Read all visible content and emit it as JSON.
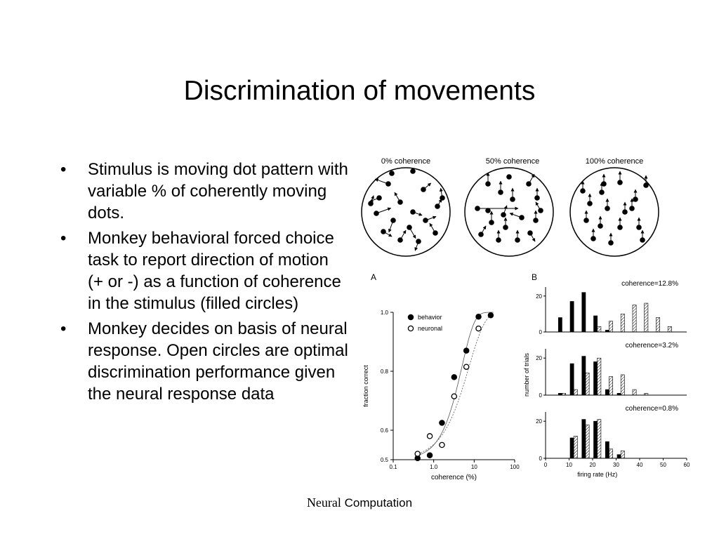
{
  "title": "Discrimination of movements",
  "bullets": [
    "Stimulus is moving dot pattern with variable % of coherently moving dots.",
    "Monkey behavioral forced choice task to report direction of motion (+ or -) as a function of coherence in the stimulus (filled circles)",
    "Monkey decides on basis of neural response. Open circles are optimal discrimination performance given the neural response data"
  ],
  "bullet_marker": "•",
  "footer": {
    "part1": "Neural",
    "part2": " Computation"
  },
  "figure_top": {
    "labels": [
      "0% coherence",
      "50% coherence",
      "100% coherence"
    ]
  },
  "panel_a_label": "A",
  "panel_b_label": "B",
  "chart_data": [
    {
      "type": "scatter",
      "panel": "A",
      "xlabel": "coherence (%)",
      "ylabel": "fraction correct",
      "xscale": "log",
      "xlim": [
        0.1,
        100
      ],
      "ylim": [
        0.5,
        1.0
      ],
      "xticks": [
        "0.1",
        "1.0",
        "10",
        "100"
      ],
      "xtick_values": [
        0.1,
        1,
        10,
        100
      ],
      "yticks": [
        "0.5",
        "0.6",
        "0.8",
        "1.0"
      ],
      "ytick_values": [
        0.5,
        0.6,
        0.8,
        1.0
      ],
      "legend_position": "top-left",
      "series": [
        {
          "name": "behavior",
          "marker": "filled",
          "x": [
            0.4,
            0.8,
            1.6,
            3.2,
            6.4,
            12.8,
            25.6
          ],
          "y": [
            0.505,
            0.515,
            0.625,
            0.78,
            0.87,
            0.985,
            0.99
          ]
        },
        {
          "name": "neuronal",
          "marker": "open",
          "x": [
            0.4,
            0.8,
            1.6,
            3.2,
            6.4,
            12.8
          ],
          "y": [
            0.52,
            0.58,
            0.55,
            0.715,
            0.815,
            0.945
          ]
        }
      ]
    },
    {
      "type": "bar",
      "panel": "B",
      "xlabel": "firing rate (Hz)",
      "ylabel": "number of trials",
      "xlim": [
        0,
        60
      ],
      "xticks": [
        "0",
        "10",
        "20",
        "30",
        "40",
        "50",
        "60"
      ],
      "xtick_values": [
        0,
        10,
        20,
        30,
        40,
        50,
        60
      ],
      "ylim": [
        0,
        25
      ],
      "yticks": [
        "0",
        "20"
      ],
      "ytick_values": [
        0,
        20
      ],
      "bin_centers": [
        7,
        12,
        17,
        22,
        27,
        32,
        37,
        42,
        47,
        52
      ],
      "panels": [
        {
          "label": "coherence=12.8%",
          "filled": [
            8,
            17,
            22,
            9,
            1,
            0,
            0,
            0,
            0,
            0
          ],
          "hatched": [
            0,
            0,
            0,
            3,
            6,
            10,
            15,
            16,
            8,
            3
          ]
        },
        {
          "label": "coherence=3.2%",
          "filled": [
            1,
            17,
            21,
            18,
            3,
            1,
            0,
            0,
            0,
            0
          ],
          "hatched": [
            1,
            3,
            12,
            20,
            10,
            11,
            3,
            1,
            0,
            0
          ]
        },
        {
          "label": "coherence=0.8%",
          "filled": [
            0,
            11,
            21,
            20,
            9,
            2,
            0,
            0,
            0,
            0
          ],
          "hatched": [
            0,
            12,
            18,
            21,
            5,
            4,
            0,
            0,
            0,
            0
          ]
        }
      ]
    }
  ]
}
